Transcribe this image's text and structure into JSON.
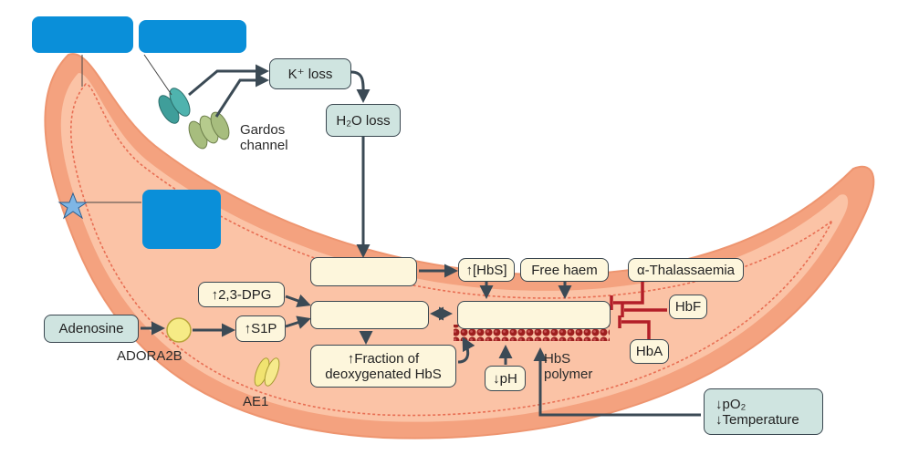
{
  "labels": {
    "k_loss": "K⁺ loss",
    "h2o_loss": "H₂O loss",
    "gardos_channel": "Gardos\nchannel",
    "hbs_conc": "↑[HbS]",
    "free_haem": "Free haem",
    "alpha_thal": "α-Thalassaemia",
    "hbf": "HbF",
    "hba": "HbA",
    "dpg": "↑2,3-DPG",
    "s1p": "↑S1P",
    "adenosine": "Adenosine",
    "adora2b": "ADORA2B",
    "ae1": "AE1",
    "fraction_deoxy": "↑Fraction of\ndeoxygenated HbS",
    "ph": "↓pH",
    "hbs_polymer": "HbS\npolymer",
    "po2_temp": "↓pO₂\n↓Temperature"
  },
  "colors": {
    "cell_fill": "#fbc3a6",
    "membrane": "#f4a27f",
    "membrane_wave": "#e86e53",
    "arrow": "#3b4a55",
    "inhibit": "#b31e28",
    "polymer_bead": "#9e1f1f",
    "redacted_box": "#0a8fd9"
  }
}
